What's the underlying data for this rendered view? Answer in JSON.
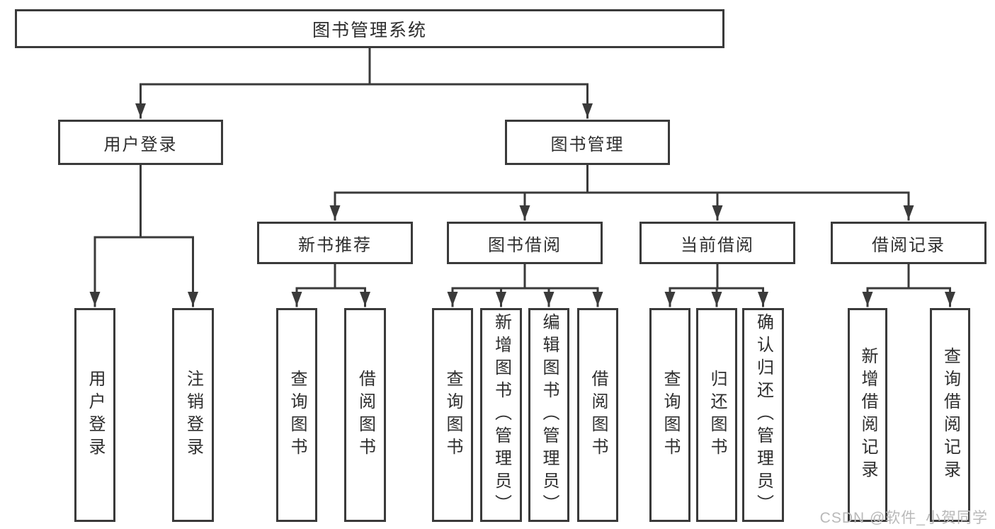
{
  "diagram": {
    "title": "图书管理系统",
    "line_color": "#3a3a3a",
    "text_color": "#2e2e2e",
    "watermark_color": "#b9b9b9"
  },
  "nodes": {
    "root": "图书管理系统",
    "l2_user_login": "用户登录",
    "l2_book_mgmt": "图书管理",
    "l3_new_books": "新书推荐",
    "l3_book_borrow": "图书借阅",
    "l3_current_borrow": "当前借阅",
    "l3_borrow_records": "借阅记录",
    "leaf_user_login": "用户登录",
    "leaf_logout": "注销登录",
    "leaf_nb_query": "查询图书",
    "leaf_nb_borrow": "借阅图书",
    "leaf_bb_query": "查询图书",
    "leaf_bb_add": "新增图书（管理员）",
    "leaf_bb_edit": "编辑图书（管理员）",
    "leaf_bb_borrow": "借阅图书",
    "leaf_cb_query": "查询图书",
    "leaf_cb_return": "归还图书",
    "leaf_cb_confirm": "确认归还（管理员）",
    "leaf_br_add": "新增借阅记录",
    "leaf_br_query": "查询借阅记录"
  },
  "watermark": "CSDN @软件_小贺同学"
}
